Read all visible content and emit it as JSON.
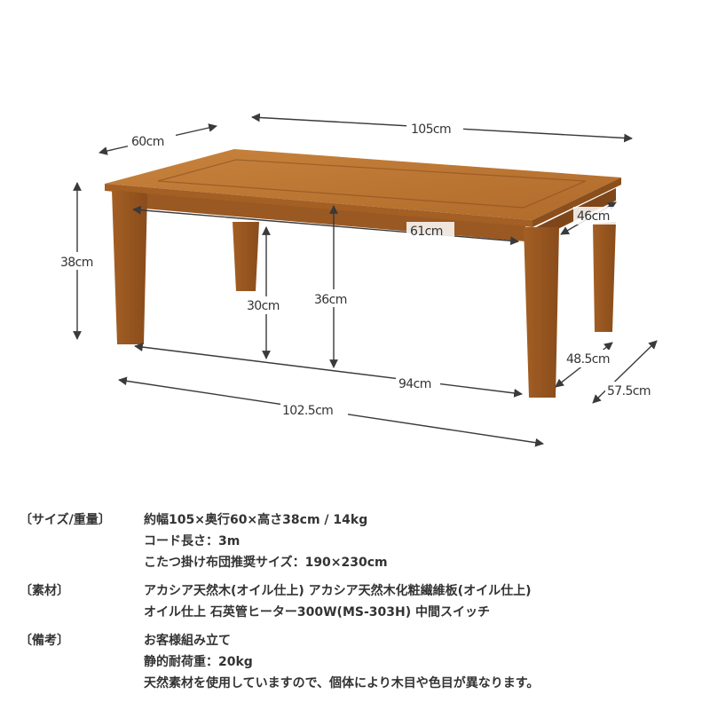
{
  "dimensions": {
    "width_top": "105cm",
    "depth_top": "60cm",
    "height_total": "38cm",
    "inner_width": "61cm",
    "inner_depth": "46cm",
    "leg_clearance": "30cm",
    "under_height": "36cm",
    "leg_span_width": "94cm",
    "leg_span_depth": "48.5cm",
    "base_width": "102.5cm",
    "base_depth": "57.5cm"
  },
  "specs": [
    {
      "label": "〔サイズ/重量〕",
      "lines": [
        "約幅105×奥行60×高さ38cm / 14kg",
        "コード長さ：3m",
        "こたつ掛け布団推奨サイズ：190×230cm"
      ]
    },
    {
      "label": "〔素材〕",
      "lines": [
        "アカシア天然木(オイル仕上) アカシア天然木化粧繊維板(オイル仕上)",
        "オイル仕上 石英管ヒーター300W(MS-303H) 中間スイッチ"
      ]
    },
    {
      "label": "〔備考〕",
      "lines": [
        "お客様組み立て",
        "静的耐荷重：20kg",
        "天然素材を使用していますので、個体により木目や色目が異なります。"
      ]
    }
  ],
  "colors": {
    "wood": "#b8722f",
    "wood_dark": "#8a4f1d",
    "text": "#333333"
  }
}
